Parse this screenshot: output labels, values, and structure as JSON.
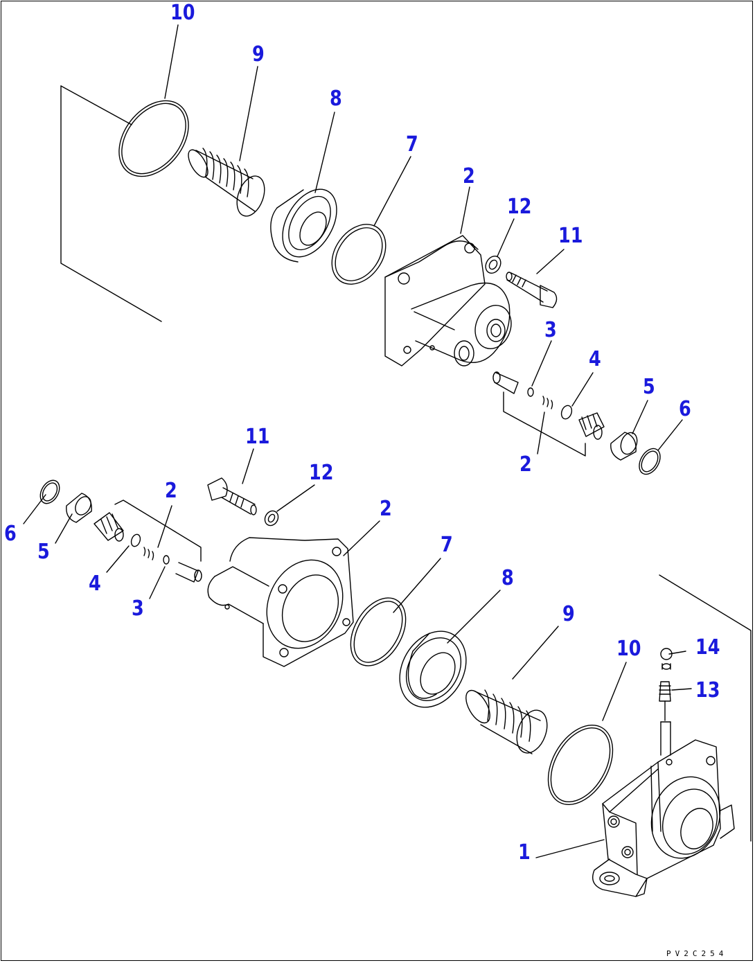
{
  "callouts": {
    "top_10": "10",
    "top_9": "9",
    "top_8": "8",
    "top_7": "7",
    "top_2": "2",
    "top_12": "12",
    "top_11": "11",
    "top_3": "3",
    "top_4": "4",
    "top_5": "5",
    "top_6": "6",
    "top_2b": "2",
    "mid_11": "11",
    "mid_12": "12",
    "mid_2a": "2",
    "mid_2b": "2",
    "mid_6": "6",
    "mid_5": "5",
    "mid_4": "4",
    "mid_3": "3",
    "mid_7": "7",
    "mid_8": "8",
    "mid_9": "9",
    "mid_10": "10",
    "mid_14": "14",
    "mid_13": "13",
    "mid_1": "1"
  },
  "drawing_code": "PV2C254",
  "colors": {
    "callout": "#1a1adc",
    "line": "#000000"
  }
}
